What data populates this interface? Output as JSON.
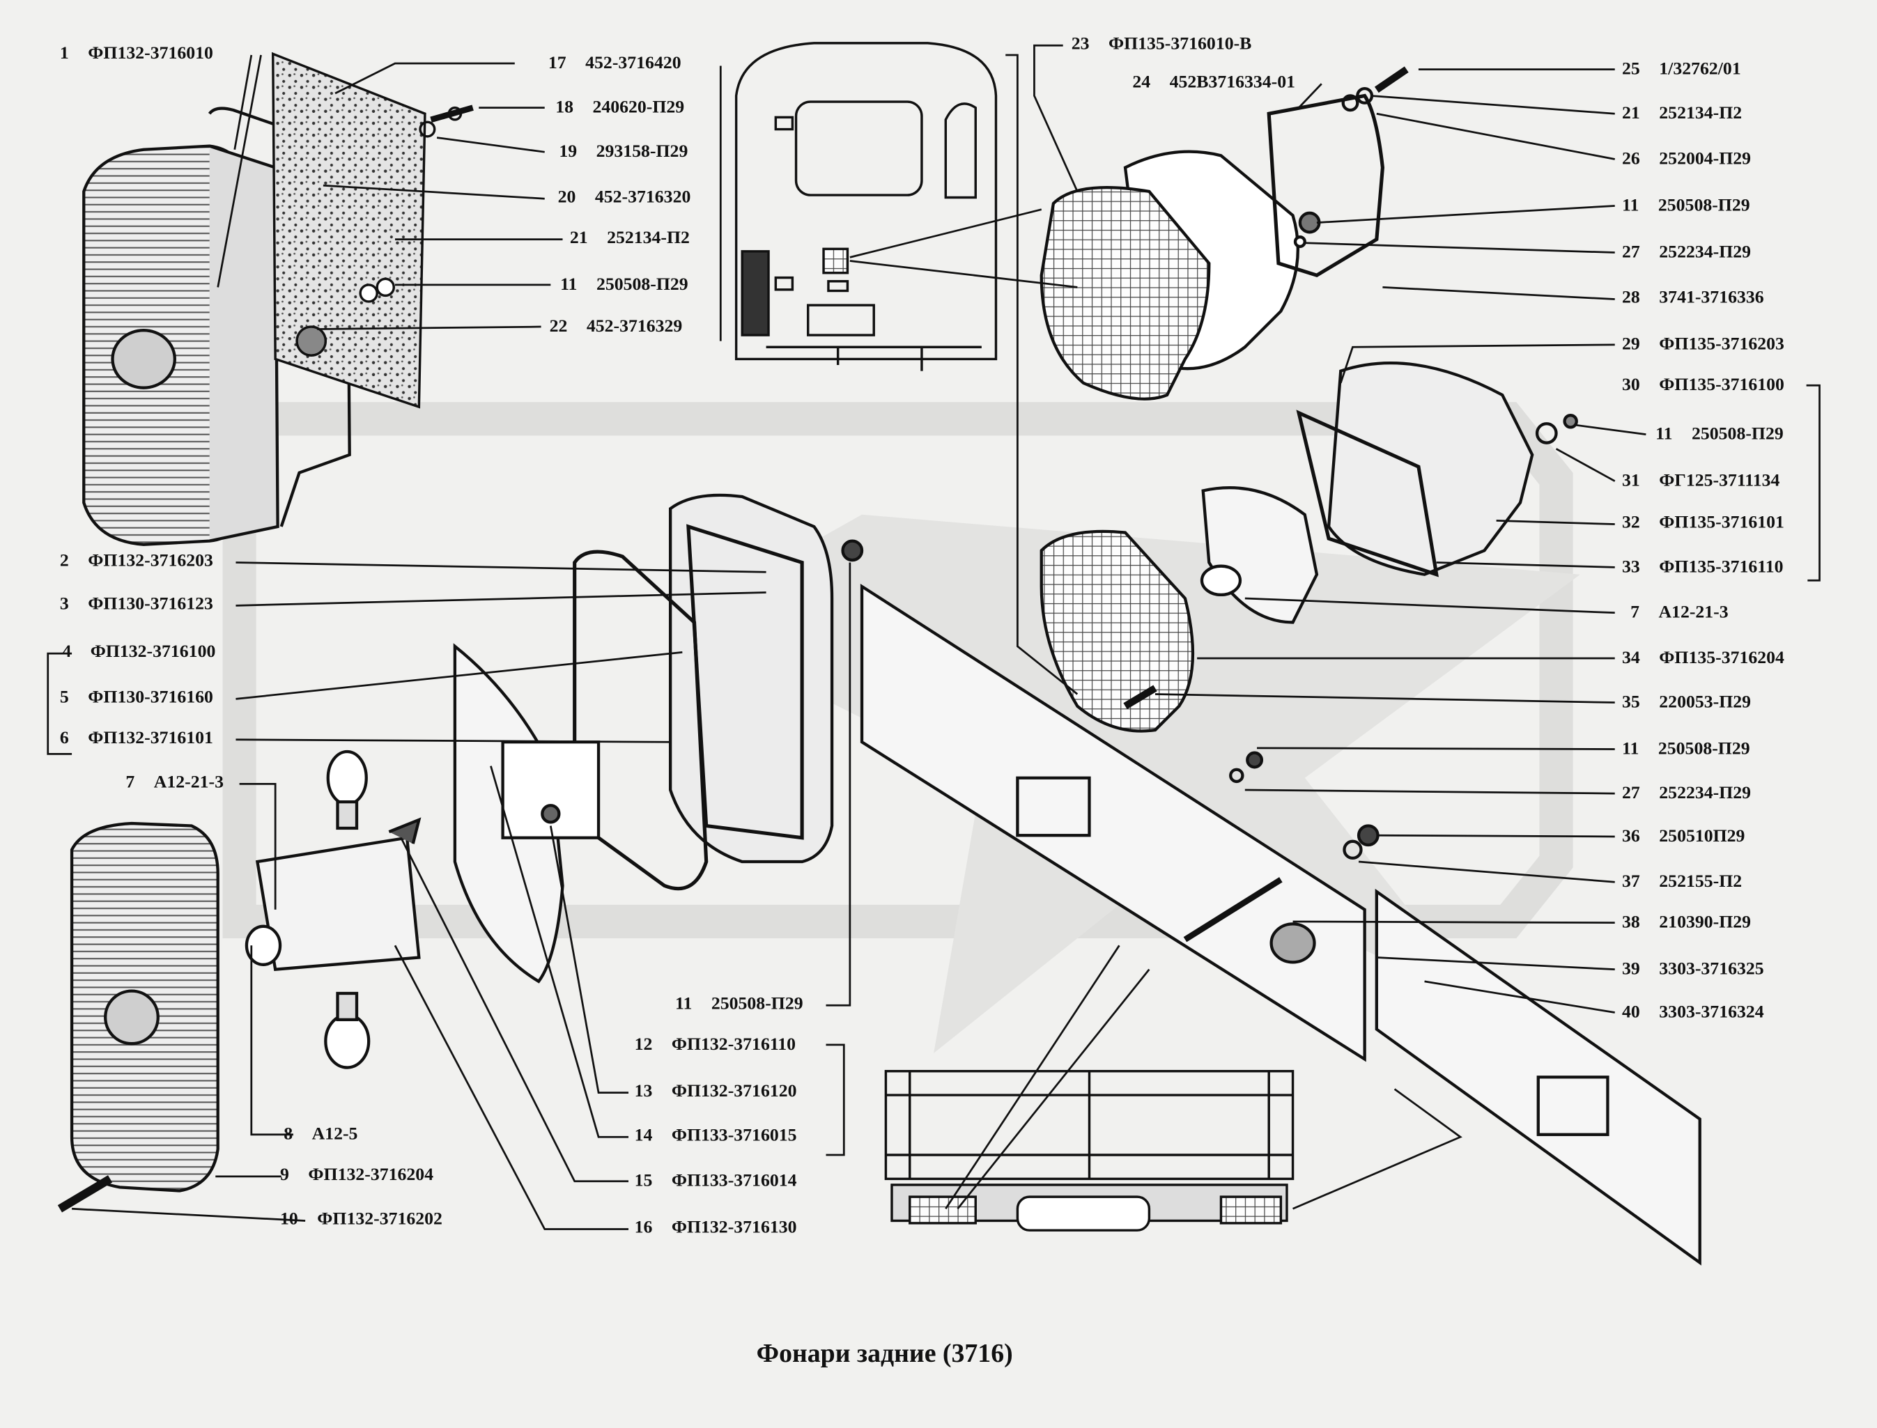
{
  "title": "Фонари задние (3716)",
  "callouts": [
    {
      "n": "1",
      "code": "ФП132-3716010"
    },
    {
      "n": "2",
      "code": "ФП132-3716203"
    },
    {
      "n": "3",
      "code": "ФП130-3716123"
    },
    {
      "n": "4",
      "code": "ФП132-3716100"
    },
    {
      "n": "5",
      "code": "ФП130-3716160"
    },
    {
      "n": "6",
      "code": "ФП132-3716101"
    },
    {
      "n": "7",
      "code": "А12-21-3"
    },
    {
      "n": "8",
      "code": "А12-5"
    },
    {
      "n": "9",
      "code": "ФП132-3716204"
    },
    {
      "n": "10",
      "code": "ФП132-3716202"
    },
    {
      "n": "11",
      "code": "250508-П29"
    },
    {
      "n": "12",
      "code": "ФП132-3716110"
    },
    {
      "n": "13",
      "code": "ФП132-3716120"
    },
    {
      "n": "14",
      "code": "ФП133-3716015"
    },
    {
      "n": "15",
      "code": "ФП133-3716014"
    },
    {
      "n": "16",
      "code": "ФП132-3716130"
    },
    {
      "n": "17",
      "code": "452-3716420"
    },
    {
      "n": "18",
      "code": "240620-П29"
    },
    {
      "n": "19",
      "code": "293158-П29"
    },
    {
      "n": "20",
      "code": "452-3716320"
    },
    {
      "n": "21",
      "code": "252134-П2"
    },
    {
      "n": "11",
      "code": "250508-П29"
    },
    {
      "n": "22",
      "code": "452-3716329"
    },
    {
      "n": "23",
      "code": "ФП135-3716010-В"
    },
    {
      "n": "24",
      "code": "452В3716334-01"
    },
    {
      "n": "25",
      "code": "1/32762/01"
    },
    {
      "n": "21",
      "code": "252134-П2"
    },
    {
      "n": "26",
      "code": "252004-П29"
    },
    {
      "n": "11",
      "code": "250508-П29"
    },
    {
      "n": "27",
      "code": "252234-П29"
    },
    {
      "n": "28",
      "code": "3741-3716336"
    },
    {
      "n": "29",
      "code": "ФП135-3716203"
    },
    {
      "n": "30",
      "code": "ФП135-3716100"
    },
    {
      "n": "11",
      "code": "250508-П29"
    },
    {
      "n": "31",
      "code": "ФГ125-3711134"
    },
    {
      "n": "32",
      "code": "ФП135-3716101"
    },
    {
      "n": "33",
      "code": "ФП135-3716110"
    },
    {
      "n": "7",
      "code": "А12-21-3"
    },
    {
      "n": "34",
      "code": "ФП135-3716204"
    },
    {
      "n": "35",
      "code": "220053-П29"
    },
    {
      "n": "11",
      "code": "250508-П29"
    },
    {
      "n": "27",
      "code": "252234-П29"
    },
    {
      "n": "36",
      "code": "250510П29"
    },
    {
      "n": "37",
      "code": "252155-П2"
    },
    {
      "n": "38",
      "code": "210390-П29"
    },
    {
      "n": "39",
      "code": "3303-3716325"
    },
    {
      "n": "40",
      "code": "3303-3716324"
    }
  ]
}
